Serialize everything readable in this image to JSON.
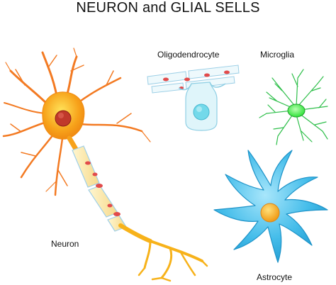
{
  "title": "NEURON and GLIAL SELLS",
  "labels": {
    "neuron": "Neuron",
    "oligodendrocyte": "Oligodendrocyte",
    "microglia": "Microglia",
    "astrocyte": "Astrocyte"
  },
  "colors": {
    "neuron_body": "#f7a21a",
    "neuron_highlight": "#ffd54a",
    "dendrite": "#f26b21",
    "nucleus": "#c0392b",
    "myelin": "#fbe7a8",
    "myelin_outline": "#a8d3ea",
    "node_red": "#e24b4b",
    "oligo_fill": "#d9f3f8",
    "oligo_nucleus": "#72d8ea",
    "microglia_arm": "#2fbf4b",
    "microglia_body": "#33ff33",
    "astrocyte_body": "#3db7e8",
    "astrocyte_nucleus": "#f6a623"
  }
}
